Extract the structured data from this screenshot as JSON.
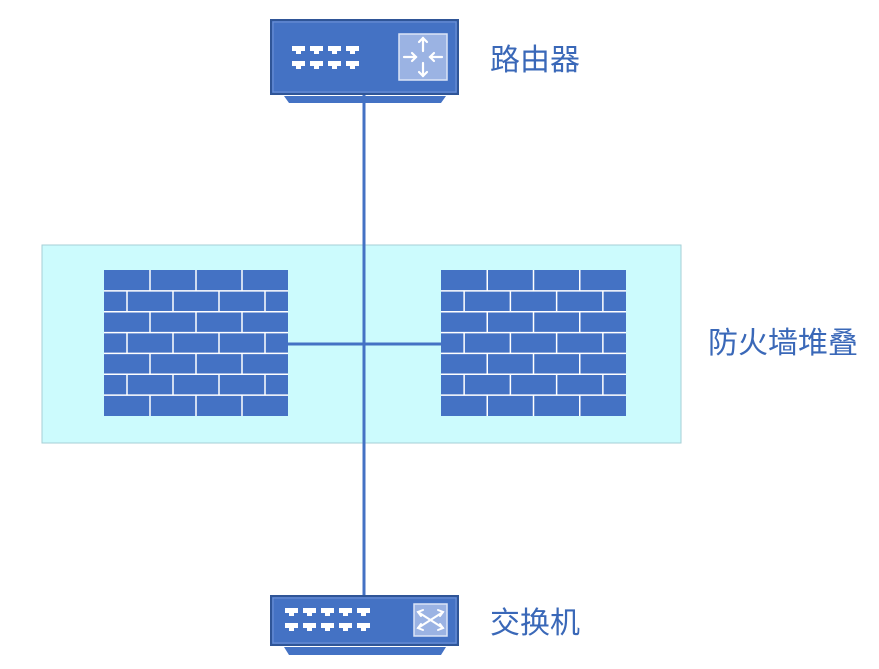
{
  "diagram": {
    "router_label": "路由器",
    "firewall_stack_label": "防火墙堆叠",
    "switch_label": "交换机"
  },
  "colors": {
    "device_blue": "#4472c4",
    "device_dark": "#2f5597",
    "stack_fill": "#ccfbfd",
    "stack_border": "#a6cfd6",
    "link": "#4472c4",
    "label": "#3a68b8"
  },
  "icons": {
    "router": "router-icon",
    "switch": "switch-icon",
    "firewall": "firewall-icon"
  }
}
